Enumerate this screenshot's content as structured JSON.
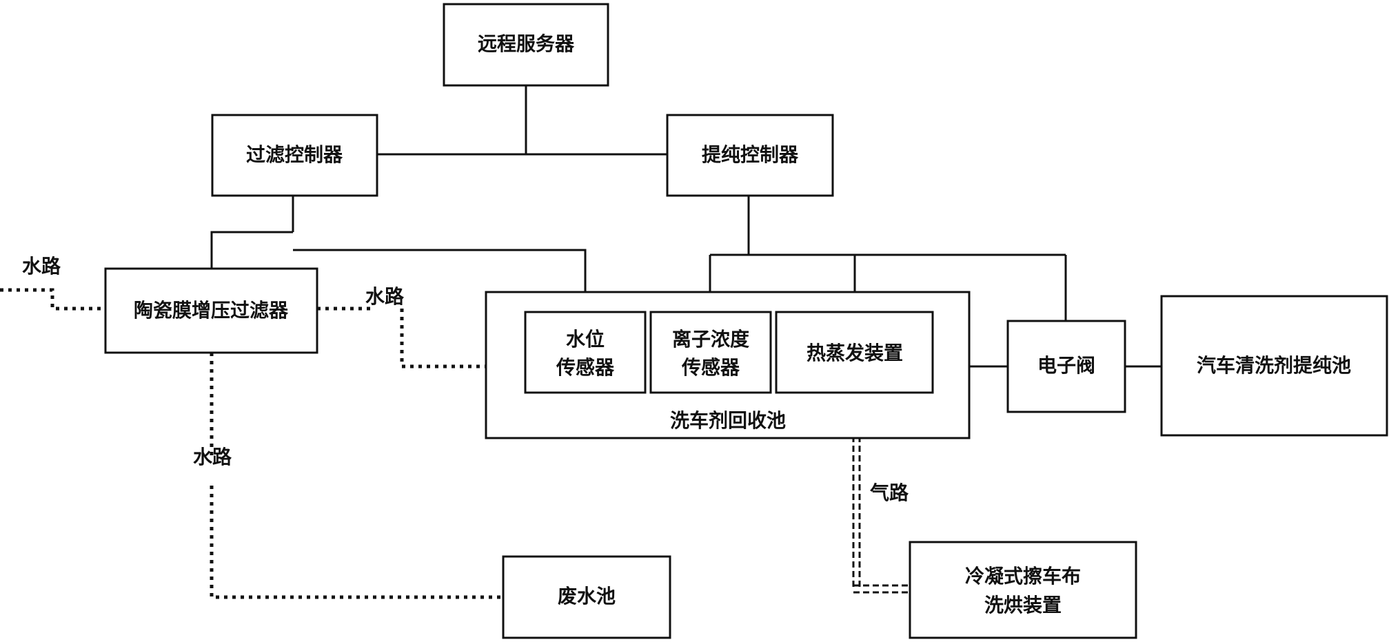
{
  "nodes": {
    "remote_server": "远程服务器",
    "filter_controller": "过滤控制器",
    "purify_controller": "提纯控制器",
    "ceramic_filter": "陶瓷膜增压过滤器",
    "recovery_pool": "洗车剂回收池",
    "water_level_sensor": [
      "水位",
      "传感器"
    ],
    "ion_sensor": [
      "离子浓度",
      "传感器"
    ],
    "heat_evaporator": "热蒸发装置",
    "solenoid_valve": "电子阀",
    "purification_pool": "汽车清洗剂提纯池",
    "waste_pool": "废水池",
    "cloth_dryer": [
      "冷凝式擦车布",
      "洗烘装置"
    ]
  },
  "labels": {
    "water": "水路",
    "gas": "气路"
  }
}
